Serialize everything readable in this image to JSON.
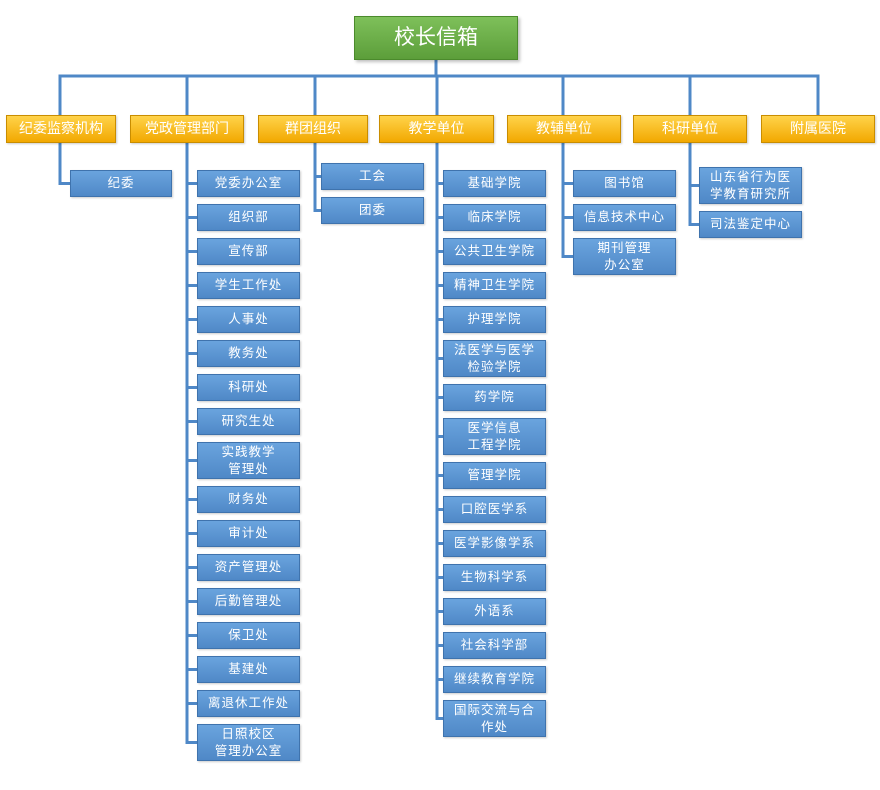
{
  "root": "校长信箱",
  "categories": [
    {
      "label": "纪委监察机构",
      "children": [
        "纪委"
      ]
    },
    {
      "label": "党政管理部门",
      "children": [
        "党委办公室",
        "组织部",
        "宣传部",
        "学生工作处",
        "人事处",
        "教务处",
        "科研处",
        "研究生处",
        "实践教学\n管理处",
        "财务处",
        "审计处",
        "资产管理处",
        "后勤管理处",
        "保卫处",
        "基建处",
        "离退休工作处",
        "日照校区\n管理办公室"
      ]
    },
    {
      "label": "群团组织",
      "children": [
        "工会",
        "团委"
      ]
    },
    {
      "label": "教学单位",
      "children": [
        "基础学院",
        "临床学院",
        "公共卫生学院",
        "精神卫生学院",
        "护理学院",
        "法医学与医学\n检验学院",
        "药学院",
        "医学信息\n工程学院",
        "管理学院",
        "口腔医学系",
        "医学影像学系",
        "生物科学系",
        "外语系",
        "社会科学部",
        "继续教育学院",
        "国际交流与合\n作处"
      ]
    },
    {
      "label": "教辅单位",
      "children": [
        "图书馆",
        "信息技术中心",
        "期刊管理\n办公室"
      ]
    },
    {
      "label": "科研单位",
      "children": [
        "山东省行为医\n学教育研究所",
        "司法鉴定中心"
      ]
    },
    {
      "label": "附属医院",
      "children": []
    }
  ],
  "colors": {
    "root": "#6aaf45",
    "category": "#f5b800",
    "sub": "#5b95d3",
    "line": "#4f88c7"
  }
}
